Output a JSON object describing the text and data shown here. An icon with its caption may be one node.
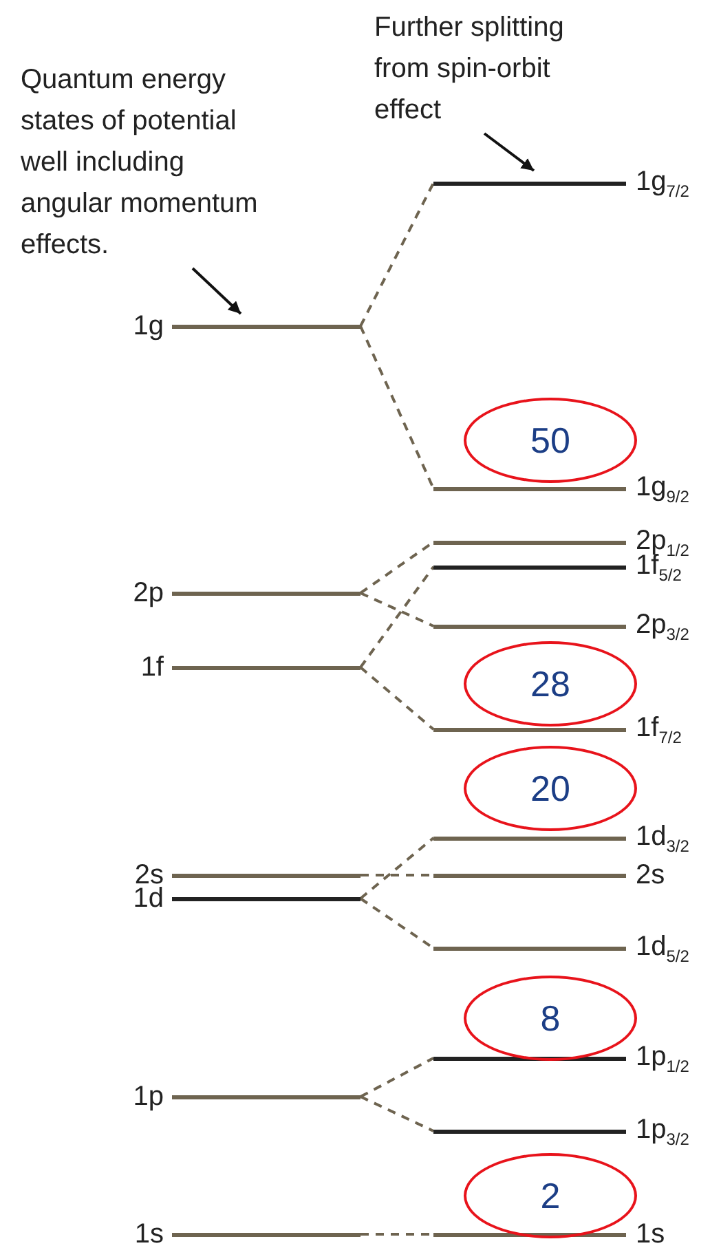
{
  "diagram": {
    "nodes": [
      {
        "text": [
          "Quantum energy states of potential well including angular momentum effects."
        ]
      },
      {
        "text": [
          "Further splitting from spin-orbit effect"
        ]
      },
      {
        "text": [
          "1g"
        ]
      },
      {
        "text": [
          "2p"
        ]
      },
      {
        "text": [
          "1f"
        ]
      },
      {
        "text": [
          "2s"
        ]
      },
      {
        "text": [
          "1d"
        ]
      },
      {
        "text": [
          "1p"
        ]
      },
      {
        "text": [
          "1s"
        ]
      },
      {
        "text": [
          "1g$_{7/2}$"
        ]
      },
      {
        "text": [
          "1g$_{9/2}$"
        ]
      },
      {
        "text": [
          "2p$_{1/2}$"
        ]
      },
      {
        "text": [
          "1f$_{5/2}$"
        ]
      },
      {
        "text": [
          "2p$_{3/2}$"
        ]
      },
      {
        "text": [
          "1f$_{7/2}$"
        ]
      },
      {
        "text": [
          "1d$_{3/2}$"
        ]
      },
      {
        "text": [
          "2s"
        ]
      },
      {
        "text": [
          "1d$_{5/2}$"
        ]
      },
      {
        "text": [
          "1p$_{1/2}$"
        ]
      },
      {
        "text": [
          "1p$_{3/2}$"
        ]
      },
      {
        "text": [
          "1s"
        ]
      },
      {
        "text": [
          "50"
        ]
      },
      {
        "text": [
          "28"
        ]
      },
      {
        "text": [
          "20"
        ]
      },
      {
        "text": [
          "8"
        ]
      },
      {
        "text": [
          "2"
        ]
      }
    ],
    "edges": [
      {
        "from": 0,
        "to": 2,
        "arrow": "to",
        "color": "#111111"
      },
      {
        "from": 1,
        "to": 9,
        "arrow": "to",
        "color": "#111111"
      },
      {
        "from": 2,
        "to": 9,
        "arrow": "none",
        "style": "dashed"
      },
      {
        "from": 2,
        "to": 10,
        "arrow": "none",
        "style": "dashed"
      },
      {
        "from": 3,
        "to": 11,
        "arrow": "none",
        "style": "dashed"
      },
      {
        "from": 3,
        "to": 13,
        "arrow": "none",
        "style": "dashed"
      },
      {
        "from": 4,
        "to": 12,
        "arrow": "none",
        "style": "dashed"
      },
      {
        "from": 4,
        "to": 14,
        "arrow": "none",
        "style": "dashed"
      },
      {
        "from": 5,
        "to": 16,
        "arrow": "none",
        "style": "dashed"
      },
      {
        "from": 6,
        "to": 15,
        "arrow": "none",
        "style": "dashed"
      },
      {
        "from": 6,
        "to": 17,
        "arrow": "none",
        "style": "dashed"
      },
      {
        "from": 7,
        "to": 18,
        "arrow": "none",
        "style": "dashed"
      },
      {
        "from": 7,
        "to": 19,
        "arrow": "none",
        "style": "dashed"
      },
      {
        "from": 8,
        "to": 20,
        "arrow": "none",
        "style": "dashed"
      }
    ]
  }
}
